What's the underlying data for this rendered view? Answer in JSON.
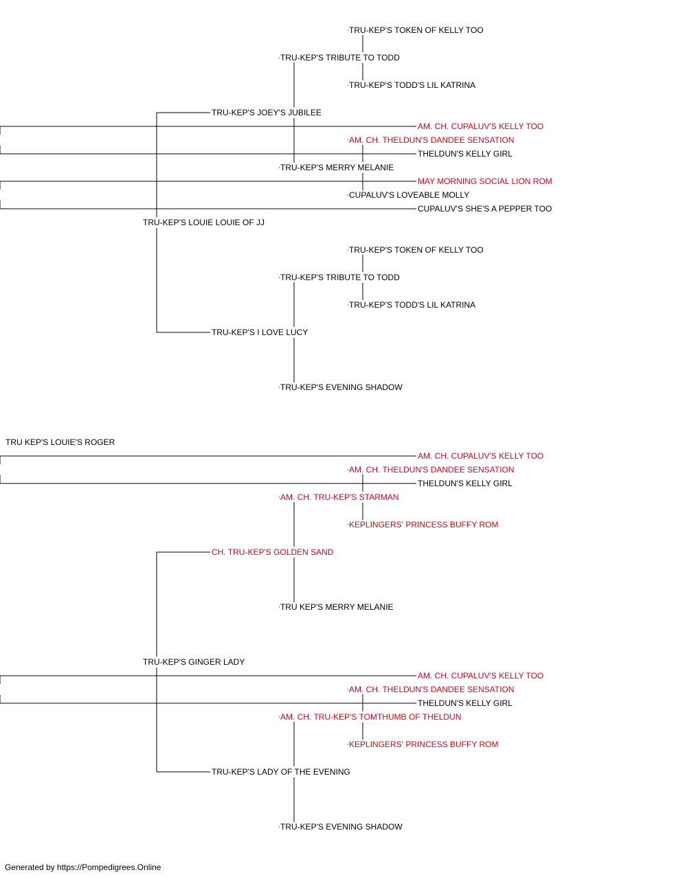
{
  "colors": {
    "champion": "#e8000f",
    "normal": "#000000",
    "line": "#000000"
  },
  "pedigree": {
    "subject": {
      "name": "TRU KEP'S LOUIE'S ROGER",
      "champion": false
    },
    "sire": {
      "name": "TRU-KEP'S LOUIE LOUIE OF JJ",
      "champion": false,
      "sire": {
        "name": "TRU-KEP'S JOEY'S JUBILEE",
        "champion": false,
        "sire": {
          "name": "TRU-KEP'S TRIBUTE TO TODD",
          "champion": false,
          "sire": {
            "name": "TRU-KEP'S TOKEN OF KELLY TOO",
            "champion": false
          },
          "dam": {
            "name": "TRU-KEP'S TODD'S LIL KATRINA",
            "champion": false
          }
        },
        "dam": {
          "name": "TRU-KEP'S MERRY MELANIE",
          "champion": false,
          "sire": {
            "name": "AM. CH. THELDUN'S DANDEE SENSATION",
            "champion": true,
            "sire": {
              "name": "AM. CH. CUPALUV'S KELLY TOO",
              "champion": true
            },
            "dam": {
              "name": "THELDUN'S KELLY GIRL",
              "champion": false
            }
          },
          "dam": {
            "name": "CUPALUV'S LOVEABLE MOLLY",
            "champion": false,
            "sire": {
              "name": "MAY MORNING SOCIAL LION ROM",
              "champion": true
            },
            "dam": {
              "name": "CUPALUV'S SHE'S A PEPPER TOO",
              "champion": false
            }
          }
        }
      },
      "dam": {
        "name": "TRU-KEP'S I LOVE LUCY",
        "champion": false,
        "sire": {
          "name": "TRU-KEP'S TRIBUTE TO TODD",
          "champion": false,
          "sire": {
            "name": "TRU-KEP'S TOKEN OF KELLY TOO",
            "champion": false
          },
          "dam": {
            "name": "TRU-KEP'S TODD'S LIL KATRINA",
            "champion": false
          }
        },
        "dam": {
          "name": "TRU-KEP'S EVENING SHADOW",
          "champion": false
        }
      }
    },
    "dam": {
      "name": "TRU-KEP'S GINGER LADY",
      "champion": false,
      "sire": {
        "name": "CH. TRU-KEP'S GOLDEN SAND",
        "champion": true,
        "sire": {
          "name": "AM. CH. TRU-KEP'S STARMAN",
          "champion": true,
          "sire": {
            "name": "AM. CH. THELDUN'S DANDEE SENSATION",
            "champion": true,
            "sire": {
              "name": "AM. CH. CUPALUV'S KELLY TOO",
              "champion": true
            },
            "dam": {
              "name": "THELDUN'S KELLY GIRL",
              "champion": false
            }
          },
          "dam": {
            "name": "KEPLINGERS' PRINCESS BUFFY ROM",
            "champion": true
          }
        },
        "dam": {
          "name": "TRU KEP'S MERRY MELANIE",
          "champion": false
        }
      },
      "dam": {
        "name": "TRU-KEP'S LADY OF THE EVENING",
        "champion": false,
        "sire": {
          "name": "AM. CH. TRU-KEP'S TOMTHUMB OF THELDUN",
          "champion": true,
          "sire": {
            "name": "AM. CH. THELDUN'S DANDEE SENSATION",
            "champion": true,
            "sire": {
              "name": "AM. CH. CUPALUV'S KELLY TOO",
              "champion": true
            },
            "dam": {
              "name": "THELDUN'S KELLY GIRL",
              "champion": false
            }
          },
          "dam": {
            "name": "KEPLINGERS' PRINCESS BUFFY ROM",
            "champion": true
          }
        },
        "dam": {
          "name": "TRU-KEP'S EVENING SHADOW",
          "champion": false
        }
      }
    }
  },
  "footer": "Generated by https://Pompedigrees.Online"
}
